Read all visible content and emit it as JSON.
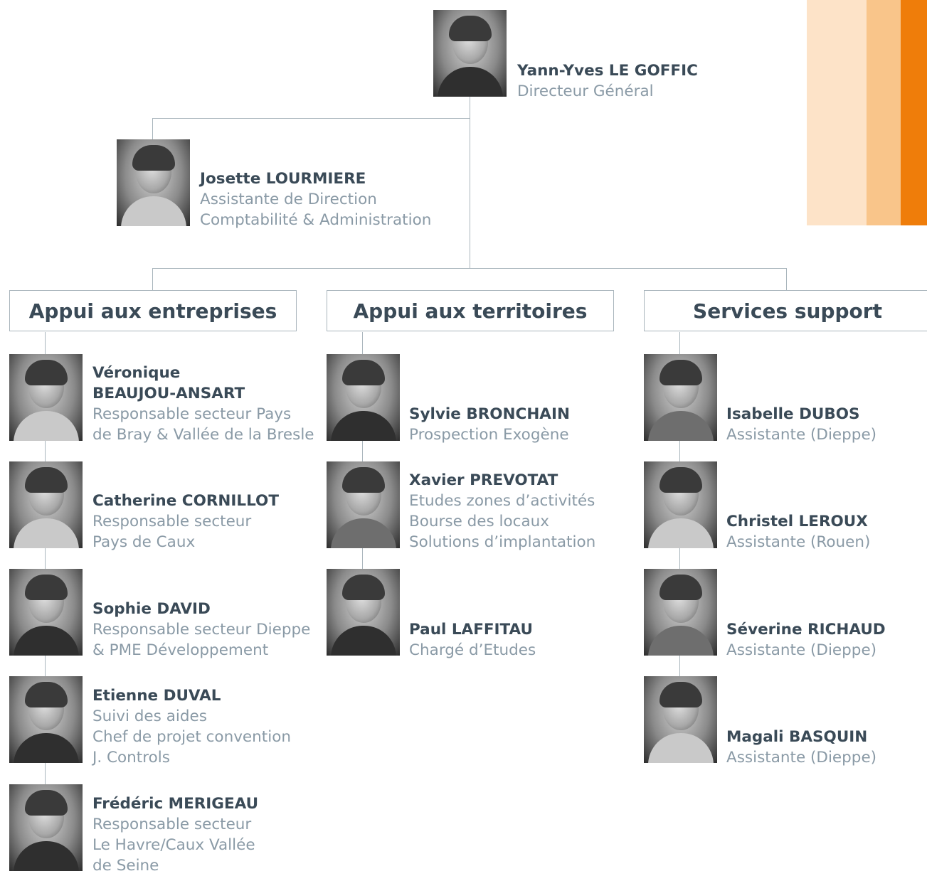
{
  "colors": {
    "stripes": [
      "#fde3c8",
      "#f9c58a",
      "#ef7d0a"
    ],
    "connector": "#a9b5bc",
    "name_color": "#3a4a57",
    "role_color": "#8a9aa6"
  },
  "director": {
    "name": "Yann-Yves LE GOFFIC",
    "roles": [
      "Directeur Général"
    ]
  },
  "assistant": {
    "name": "Josette LOURMIERE",
    "roles": [
      "Assistante de Direction",
      "Comptabilité & Administration"
    ]
  },
  "departments": [
    {
      "title": "Appui aux entreprises",
      "staff": [
        {
          "name": [
            "Véronique",
            "BEAUJOU-ANSART"
          ],
          "roles": [
            "Responsable secteur Pays",
            "de Bray & Vallée de la Bresle"
          ]
        },
        {
          "name": [
            "Catherine CORNILLOT"
          ],
          "roles": [
            "Responsable secteur",
            "Pays de Caux"
          ]
        },
        {
          "name": [
            "Sophie DAVID"
          ],
          "roles": [
            "Responsable secteur Dieppe",
            "& PME Développement"
          ]
        },
        {
          "name": [
            "Etienne DUVAL"
          ],
          "roles": [
            "Suivi des aides",
            "Chef de projet convention",
            "J. Controls"
          ]
        },
        {
          "name": [
            "Frédéric MERIGEAU"
          ],
          "roles": [
            "Responsable secteur",
            "Le Havre/Caux Vallée",
            "de Seine"
          ]
        }
      ]
    },
    {
      "title": "Appui aux territoires",
      "staff": [
        {
          "name": [
            "Sylvie BRONCHAIN"
          ],
          "roles": [
            "Prospection Exogène"
          ]
        },
        {
          "name": [
            "Xavier PREVOTAT"
          ],
          "roles": [
            "Etudes zones d’activités",
            "Bourse des locaux",
            "Solutions d’implantation"
          ]
        },
        {
          "name": [
            "Paul LAFFITAU"
          ],
          "roles": [
            "Chargé d’Etudes"
          ]
        }
      ]
    },
    {
      "title": "Services support",
      "staff": [
        {
          "name": [
            "Isabelle DUBOS"
          ],
          "roles": [
            "Assistante (Dieppe)"
          ]
        },
        {
          "name": [
            "Christel LEROUX"
          ],
          "roles": [
            "Assistante (Rouen)"
          ]
        },
        {
          "name": [
            "Séverine RICHAUD"
          ],
          "roles": [
            "Assistante (Dieppe)"
          ]
        },
        {
          "name": [
            "Magali BASQUIN"
          ],
          "roles": [
            "Assistante (Dieppe)"
          ]
        }
      ]
    }
  ]
}
